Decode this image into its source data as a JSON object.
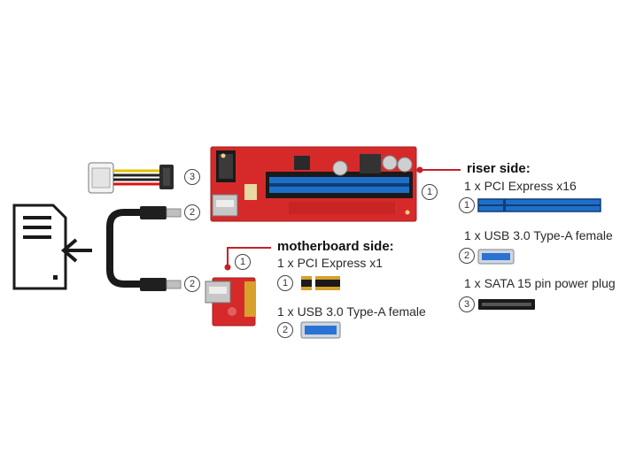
{
  "colors": {
    "board_red": "#d62a2a",
    "slot_blue": "#1f6fc9",
    "usb_blue": "#2a73d4",
    "callout_red": "#c81f2a",
    "gold": "#d8a12c",
    "black": "#1a1a1a"
  },
  "icons": [
    "computer-tower-icon",
    "arrow-left-icon",
    "sata-power-cable",
    "usb-cable",
    "pcie-riser-board",
    "pcie-x1-adapter"
  ],
  "riser_side": {
    "heading": "riser side:",
    "items": [
      {
        "num": "1",
        "text": "1 x PCI Express x16"
      },
      {
        "num": "2",
        "text": "1 x USB 3.0 Type-A female"
      },
      {
        "num": "3",
        "text": "1 x SATA 15 pin power plug"
      }
    ]
  },
  "motherboard_side": {
    "heading": "motherboard side:",
    "items": [
      {
        "num": "1",
        "text": "1 x PCI Express x1"
      },
      {
        "num": "2",
        "text": "1 x USB 3.0 Type-A female"
      }
    ]
  },
  "callouts": {
    "sata_cable": "3",
    "usb_top": "2",
    "usb_bottom": "2",
    "riser_board": "1",
    "adapter_board": "1"
  }
}
